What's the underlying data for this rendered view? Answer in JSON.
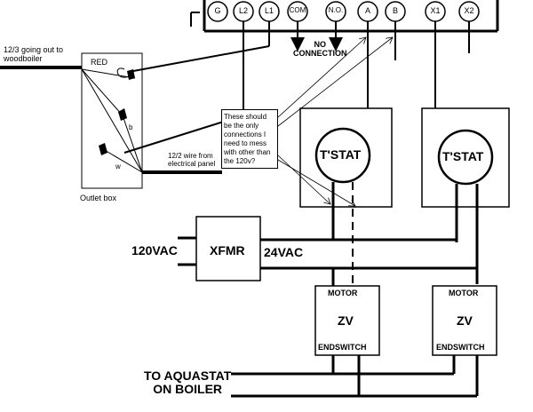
{
  "terminal_strip": {
    "terminals": [
      "G",
      "L2",
      "L1",
      "COM",
      "N.O.",
      "A",
      "B",
      "X1",
      "X2"
    ],
    "no_connection_label": "NO\nCONNECTION"
  },
  "outlet_box": {
    "wire_in_label": "12/3 going out to\nwoodboiler",
    "red_label": "RED",
    "b_label": "b",
    "w_label": "w",
    "caption": "Outlet box",
    "wire_panel_label": "12/2 wire from\nelectrical panel"
  },
  "note": {
    "text": "These should be the only connections I need to mess with other than the 120v?"
  },
  "thermostats": [
    {
      "label": "T'STAT"
    },
    {
      "label": "T'STAT"
    }
  ],
  "transformer": {
    "label": "XFMR",
    "input_label": "120VAC",
    "output_label": "24VAC"
  },
  "zone_valves": [
    {
      "motor_label": "MOTOR",
      "valve_label": "ZV",
      "switch_label": "ENDSWITCH"
    },
    {
      "motor_label": "MOTOR",
      "valve_label": "ZV",
      "switch_label": "ENDSWITCH"
    }
  ],
  "aquastat_label": "TO AQUASTAT\nON BOILER",
  "colors": {
    "ink": "#000000",
    "paper": "#ffffff"
  }
}
